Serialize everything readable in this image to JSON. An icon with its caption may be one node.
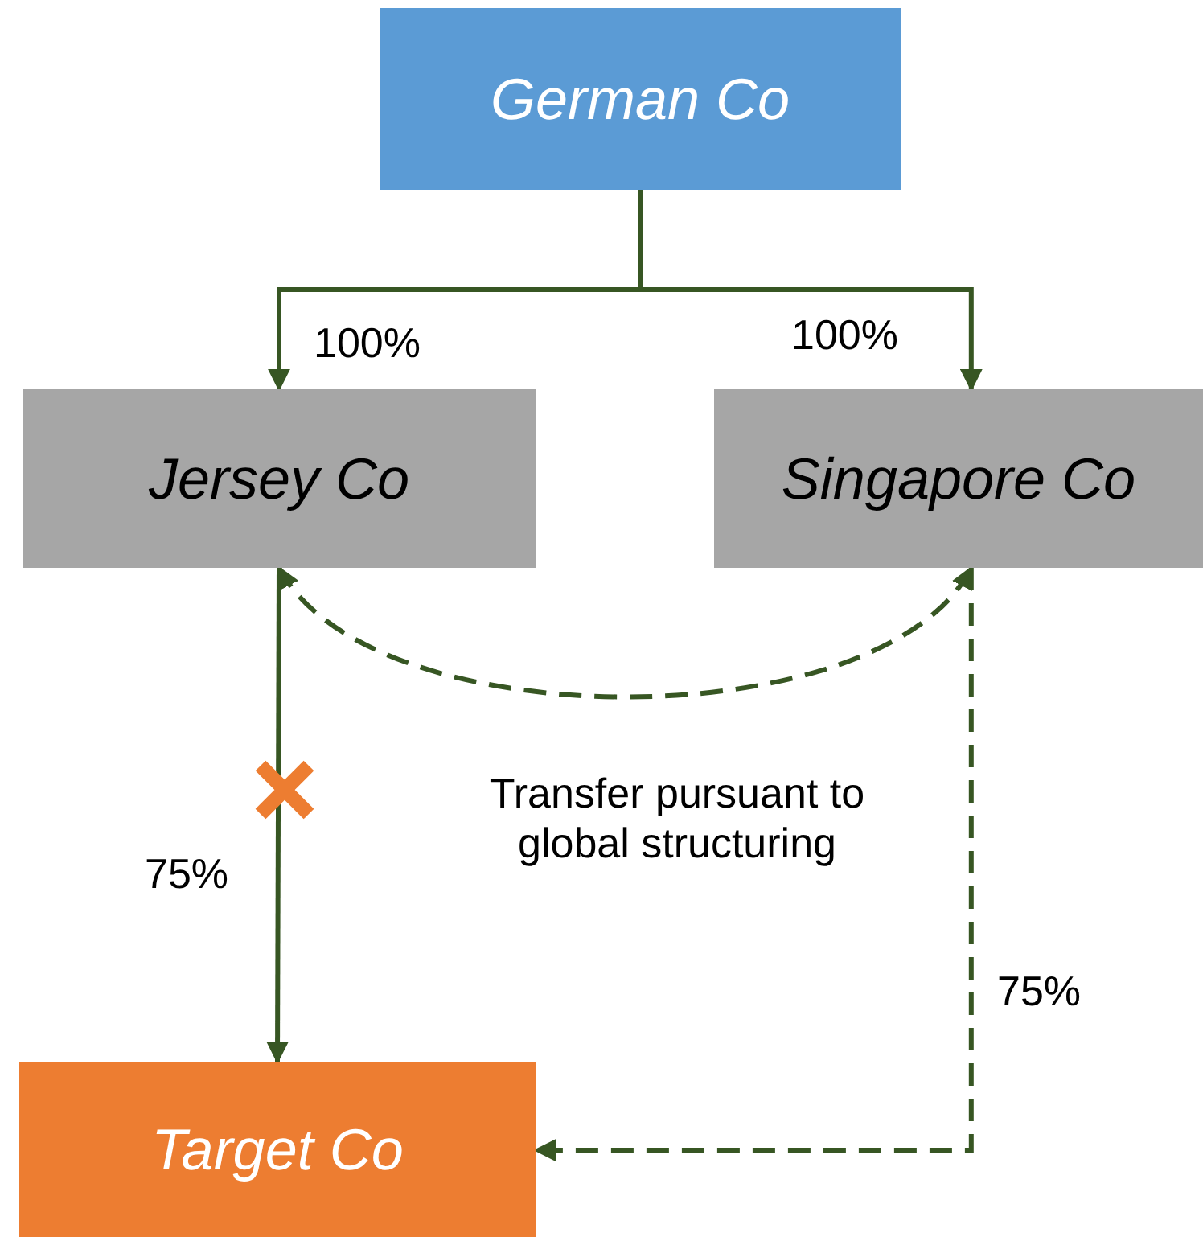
{
  "diagram": {
    "nodes": [
      {
        "text": [
          "German Co"
        ]
      },
      {
        "text": [
          "Jersey Co"
        ]
      },
      {
        "text": [
          "Singapore Co"
        ]
      },
      {
        "text": [
          "Target Co"
        ]
      }
    ],
    "edges": [
      {
        "from": 0,
        "to": 1,
        "arrow": "to",
        "label": "100%"
      },
      {
        "from": 0,
        "to": 2,
        "arrow": "to",
        "label": "100%"
      },
      {
        "from": 1,
        "to": 2,
        "arrow": "both",
        "style": "dashed"
      },
      {
        "from": 1,
        "to": 3,
        "arrow": "to",
        "label": "75%"
      },
      {
        "from": 2,
        "to": 3,
        "arrow": "to",
        "label": "75%",
        "style": "dashed"
      }
    ],
    "labels": [
      "Transfer pursuant to global structuring"
    ]
  }
}
